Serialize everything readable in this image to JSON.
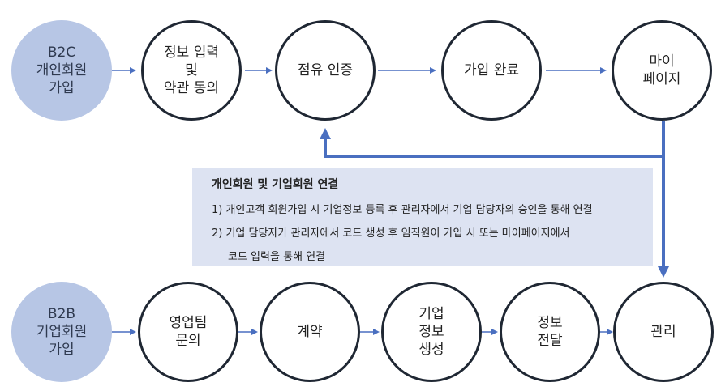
{
  "colors": {
    "start_fill": "#b7c6e5",
    "node_border": "#1f2733",
    "arrow": "#4a6fc0",
    "note_fill": "#dde3f2"
  },
  "b2c_flow": {
    "start": [
      "B2C",
      "개인회원",
      "가입"
    ],
    "steps": [
      [
        "정보 입력",
        "및",
        "약관 동의"
      ],
      [
        "점유 인증"
      ],
      [
        "가입 완료"
      ],
      [
        "마이",
        "페이지"
      ]
    ]
  },
  "b2b_flow": {
    "start": [
      "B2B",
      "기업회원",
      "가입"
    ],
    "steps": [
      [
        "영업팀",
        "문의"
      ],
      [
        "계약"
      ],
      [
        "기업",
        "정보",
        "생성"
      ],
      [
        "정보",
        "전달"
      ],
      [
        "관리"
      ]
    ]
  },
  "note": {
    "title": "개인회원 및 기업회원 연결",
    "line1": "1) 개인고객 회원가입 시 기업정보 등록 후 관리자에서 기업 담당자의 승인을 통해 연결",
    "line2a": "2) 기업 담당자가 관리자에서 코드 생성 후 임직원이 가입 시 또는 마이페이지에서",
    "line2b": "코드 입력을 통해 연결"
  }
}
